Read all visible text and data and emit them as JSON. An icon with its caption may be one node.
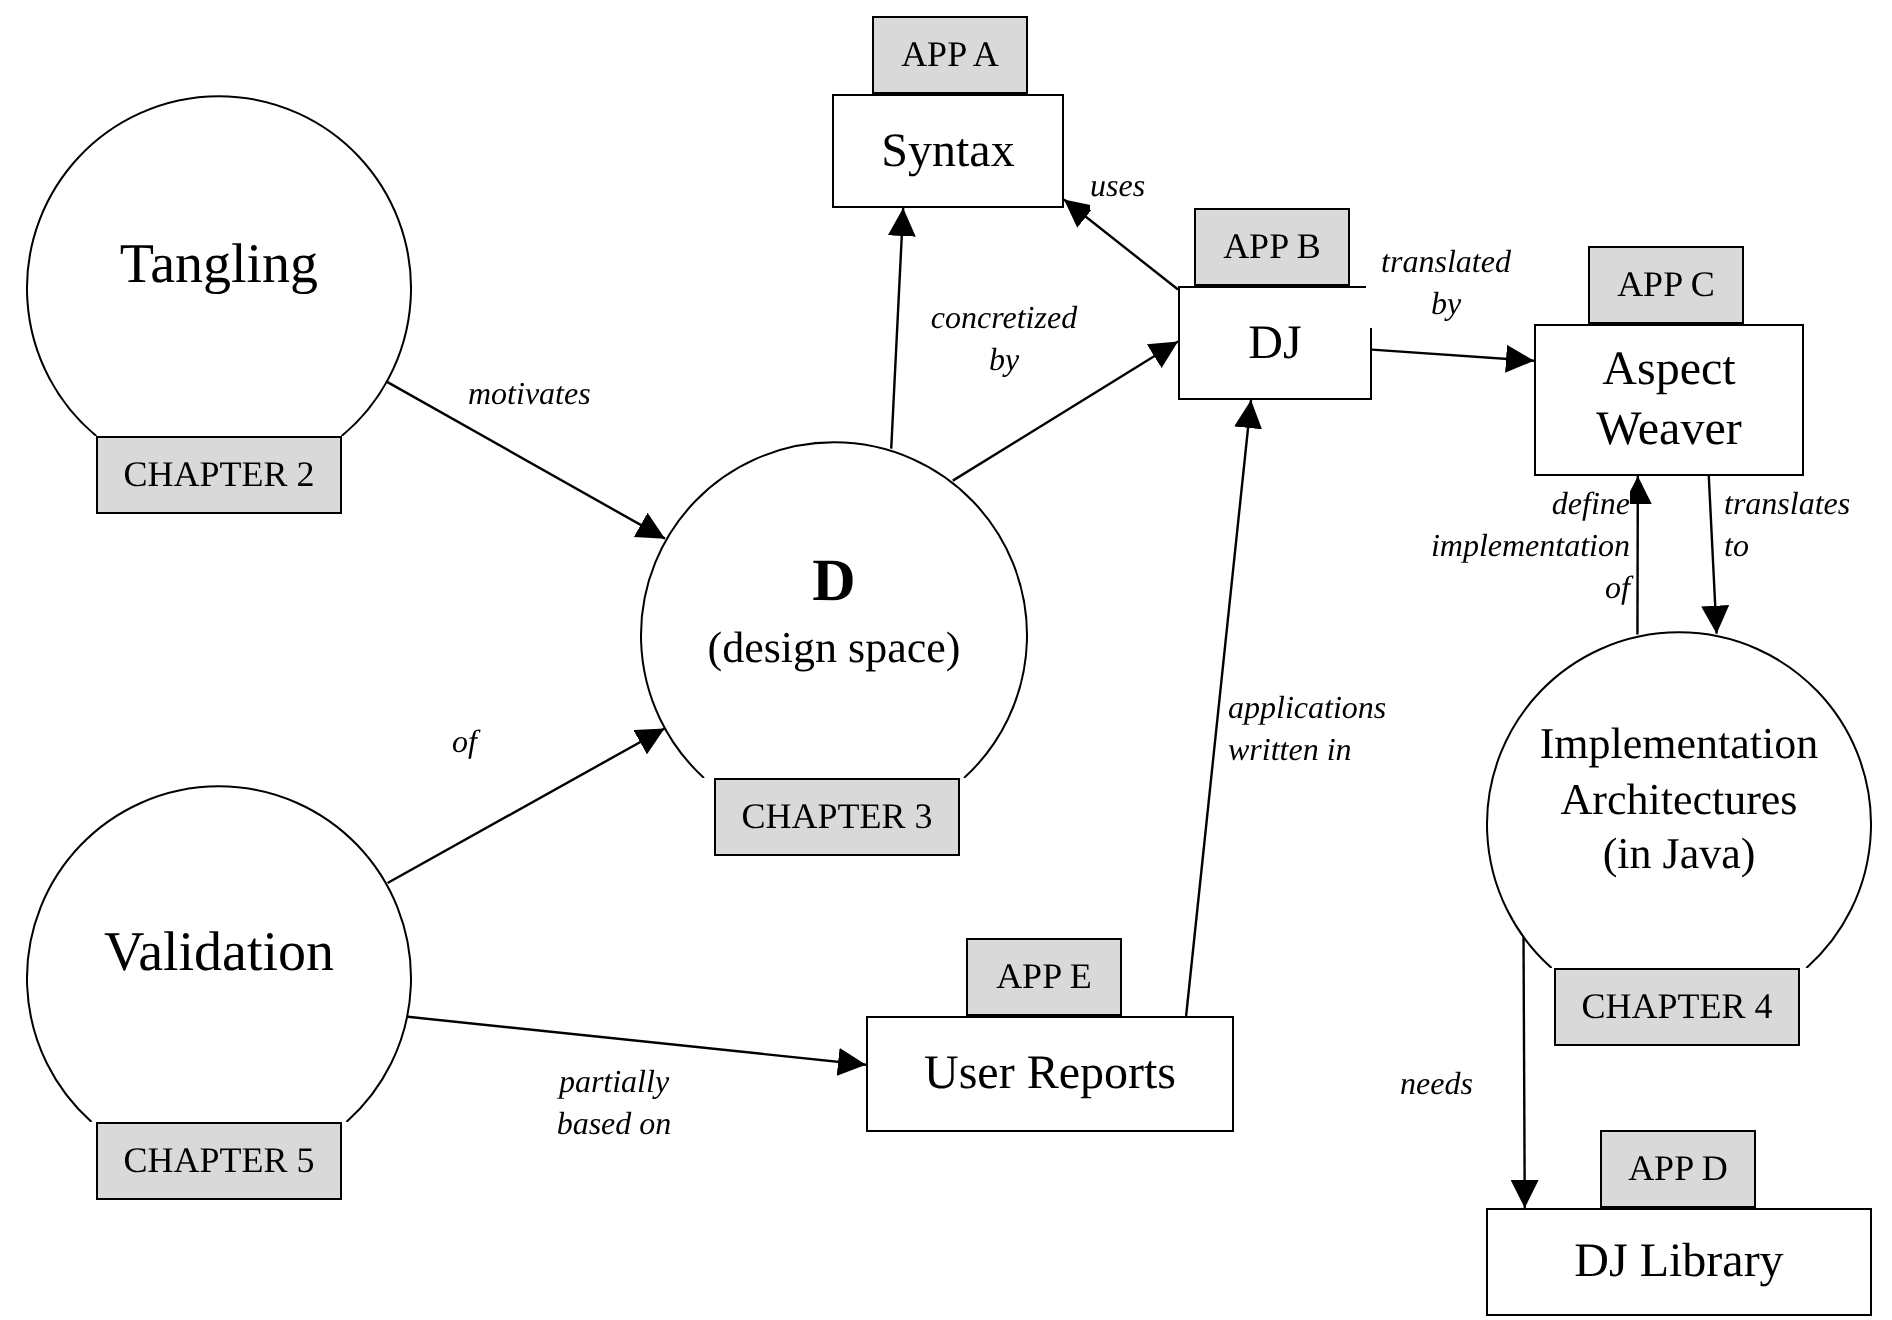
{
  "diagram": {
    "nodes": [
      {
        "text": [
          "Tangling"
        ]
      },
      {
        "text": [
          "CHAPTER 2"
        ]
      },
      {
        "text": [
          "APP A"
        ]
      },
      {
        "text": [
          "Syntax"
        ]
      },
      {
        "text": [
          "APP B"
        ]
      },
      {
        "text": [
          "DJ"
        ]
      },
      {
        "text": [
          "APP C"
        ]
      },
      {
        "text": [
          "Aspect Weaver"
        ]
      },
      {
        "text": [
          "D",
          "(design space)"
        ]
      },
      {
        "text": [
          "CHAPTER 3"
        ]
      },
      {
        "text": [
          "Implementation Architectures",
          "(in Java)"
        ]
      },
      {
        "text": [
          "CHAPTER 4"
        ]
      },
      {
        "text": [
          "Validation"
        ]
      },
      {
        "text": [
          "CHAPTER 5"
        ]
      },
      {
        "text": [
          "APP E"
        ]
      },
      {
        "text": [
          "User Reports"
        ]
      },
      {
        "text": [
          "APP D"
        ]
      },
      {
        "text": [
          "DJ Library"
        ]
      }
    ],
    "edges": [
      {
        "from": 0,
        "to": 8,
        "arrow": "to",
        "label": "motivates"
      },
      {
        "from": 8,
        "to": 3,
        "arrow": "to"
      },
      {
        "from": 8,
        "to": 5,
        "arrow": "to",
        "label": "concretized by"
      },
      {
        "from": 5,
        "to": 3,
        "arrow": "to",
        "label": "uses"
      },
      {
        "from": 5,
        "to": 7,
        "arrow": "to",
        "label": "translated by"
      },
      {
        "from": 10,
        "to": 7,
        "arrow": "to",
        "label": "define implementation of"
      },
      {
        "from": 7,
        "to": 10,
        "arrow": "to",
        "label": "translates to"
      },
      {
        "from": 12,
        "to": 8,
        "arrow": "to",
        "label": "of"
      },
      {
        "from": 12,
        "to": 15,
        "arrow": "to",
        "label": "partially based on"
      },
      {
        "from": 15,
        "to": 5,
        "arrow": "to",
        "label": "applications written in"
      },
      {
        "from": 10,
        "to": 17,
        "arrow": "to",
        "label": "needs"
      }
    ]
  }
}
